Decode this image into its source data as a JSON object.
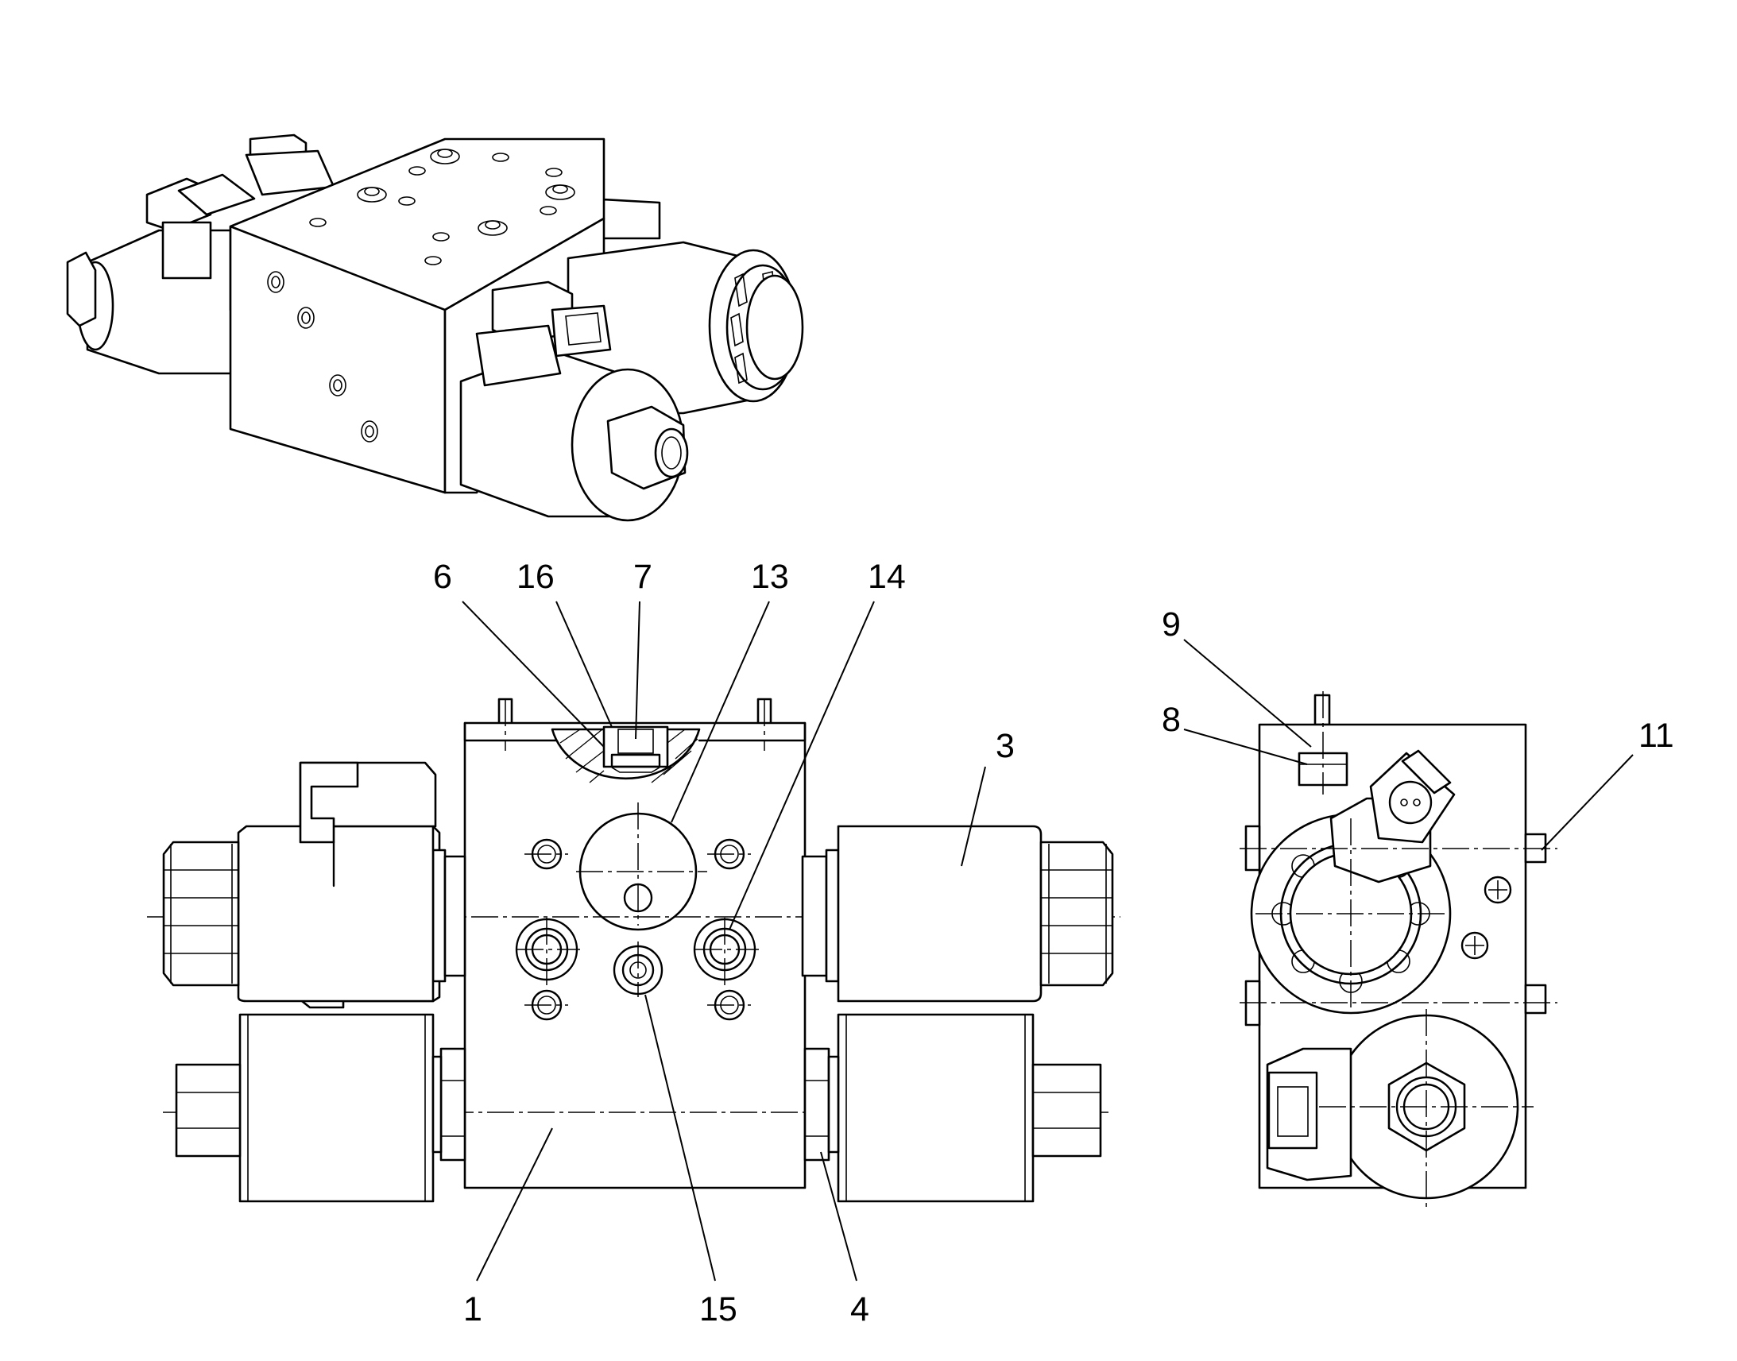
{
  "callouts": {
    "c1": "1",
    "c3": "3",
    "c4": "4",
    "c6": "6",
    "c7": "7",
    "c8": "8",
    "c9": "9",
    "c11": "11",
    "c13": "13",
    "c14": "14",
    "c15": "15",
    "c16": "16"
  }
}
